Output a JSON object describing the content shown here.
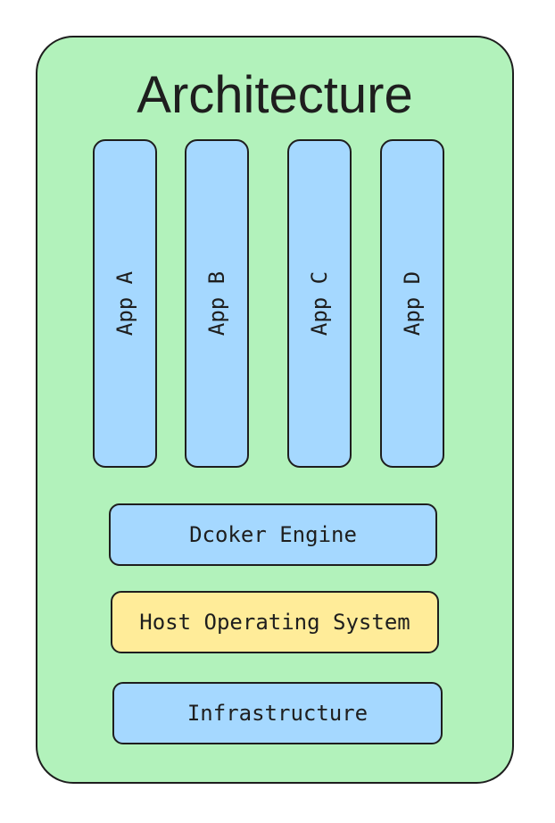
{
  "diagram": {
    "title": "Architecture",
    "apps": [
      {
        "label": "App A"
      },
      {
        "label": "App B"
      },
      {
        "label": "App C"
      },
      {
        "label": "App D"
      }
    ],
    "layers": {
      "engine": "Dcoker Engine",
      "host_os": "Host Operating System",
      "infrastructure": "Infrastructure"
    },
    "colors": {
      "frame": "#b2f2bb",
      "blue_box": "#a5d8ff",
      "yellow_box": "#ffec99",
      "stroke": "#1e1e1e"
    }
  }
}
